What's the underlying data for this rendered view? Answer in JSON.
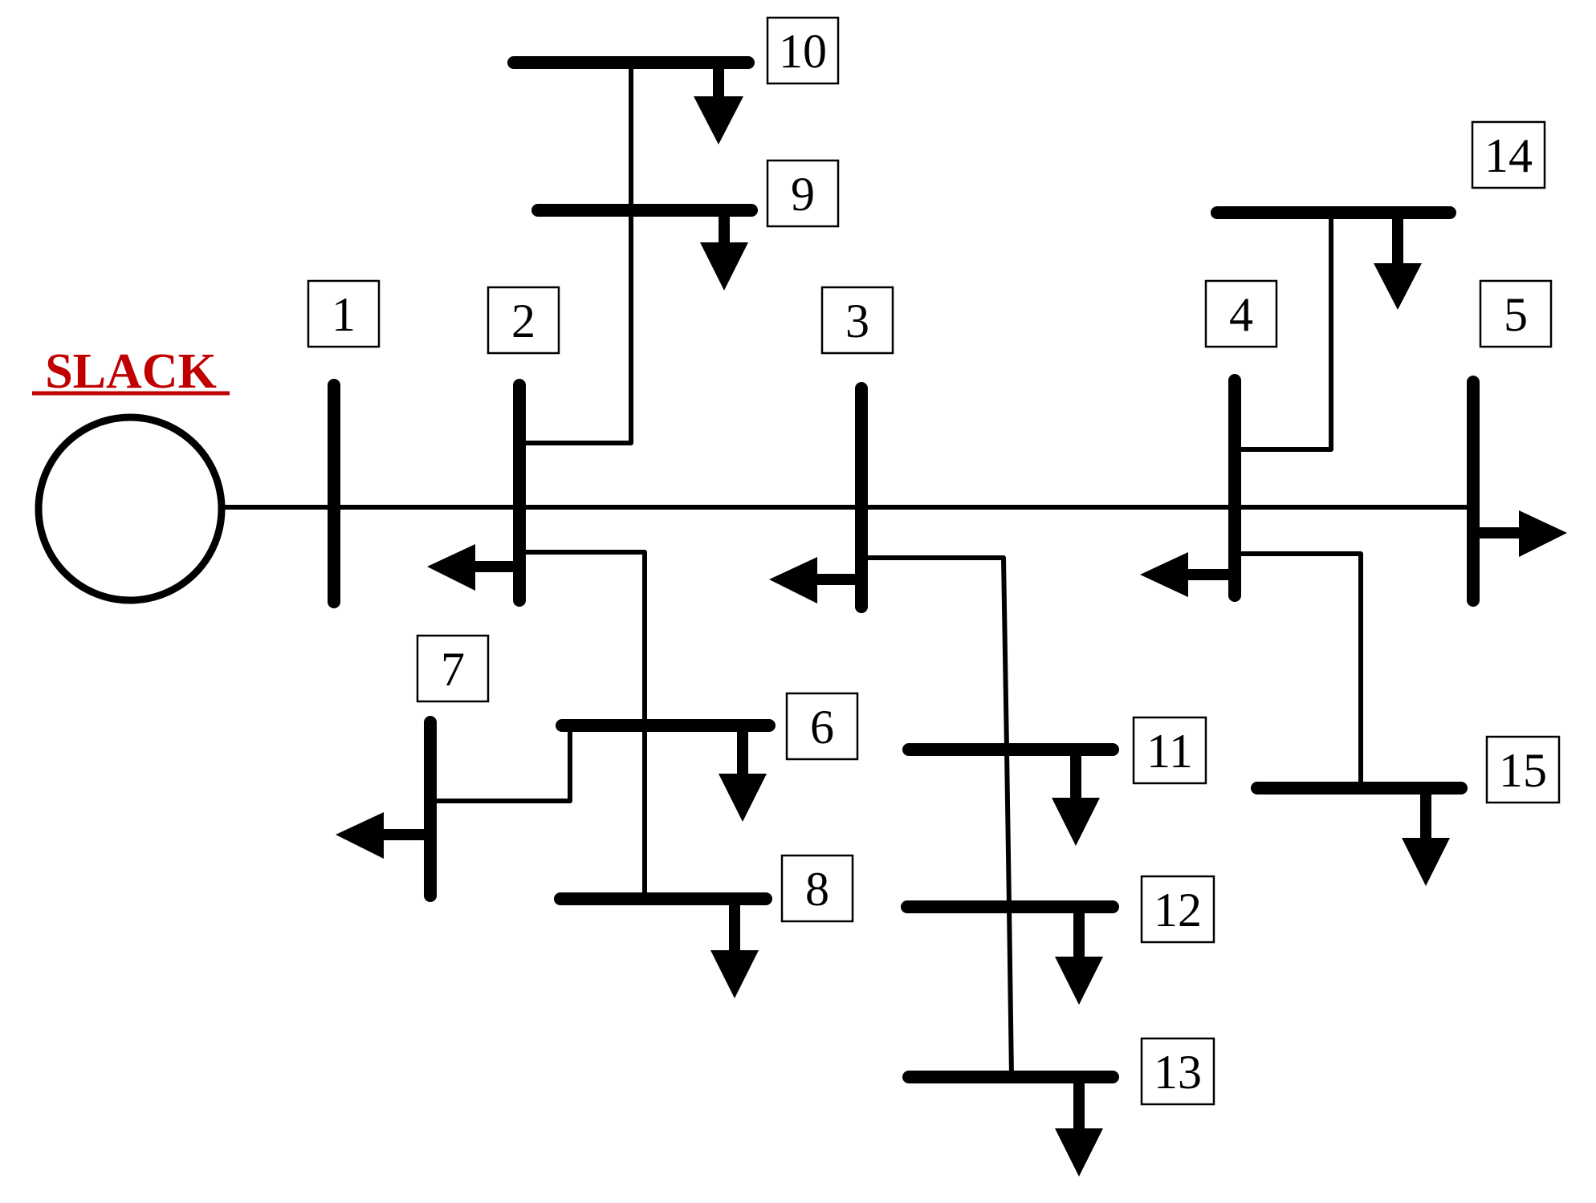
{
  "slack": {
    "label": "SLACK",
    "color": "#c00000"
  },
  "buses": [
    {
      "id": "1",
      "label": "1"
    },
    {
      "id": "2",
      "label": "2"
    },
    {
      "id": "3",
      "label": "3"
    },
    {
      "id": "4",
      "label": "4"
    },
    {
      "id": "5",
      "label": "5"
    },
    {
      "id": "6",
      "label": "6"
    },
    {
      "id": "7",
      "label": "7"
    },
    {
      "id": "8",
      "label": "8"
    },
    {
      "id": "9",
      "label": "9"
    },
    {
      "id": "10",
      "label": "10"
    },
    {
      "id": "11",
      "label": "11"
    },
    {
      "id": "12",
      "label": "12"
    },
    {
      "id": "13",
      "label": "13"
    },
    {
      "id": "14",
      "label": "14"
    },
    {
      "id": "15",
      "label": "15"
    }
  ],
  "connections": [
    [
      "slack",
      "1"
    ],
    [
      "1",
      "2"
    ],
    [
      "2",
      "3"
    ],
    [
      "3",
      "4"
    ],
    [
      "4",
      "5"
    ],
    [
      "2",
      "9"
    ],
    [
      "9",
      "10"
    ],
    [
      "2",
      "6"
    ],
    [
      "6",
      "8"
    ],
    [
      "6",
      "7"
    ],
    [
      "3",
      "11"
    ],
    [
      "11",
      "12"
    ],
    [
      "12",
      "13"
    ],
    [
      "4",
      "14"
    ],
    [
      "4",
      "15"
    ]
  ],
  "loads": [
    "2",
    "3",
    "4",
    "5",
    "6",
    "7",
    "8",
    "9",
    "10",
    "11",
    "12",
    "13",
    "14",
    "15"
  ]
}
